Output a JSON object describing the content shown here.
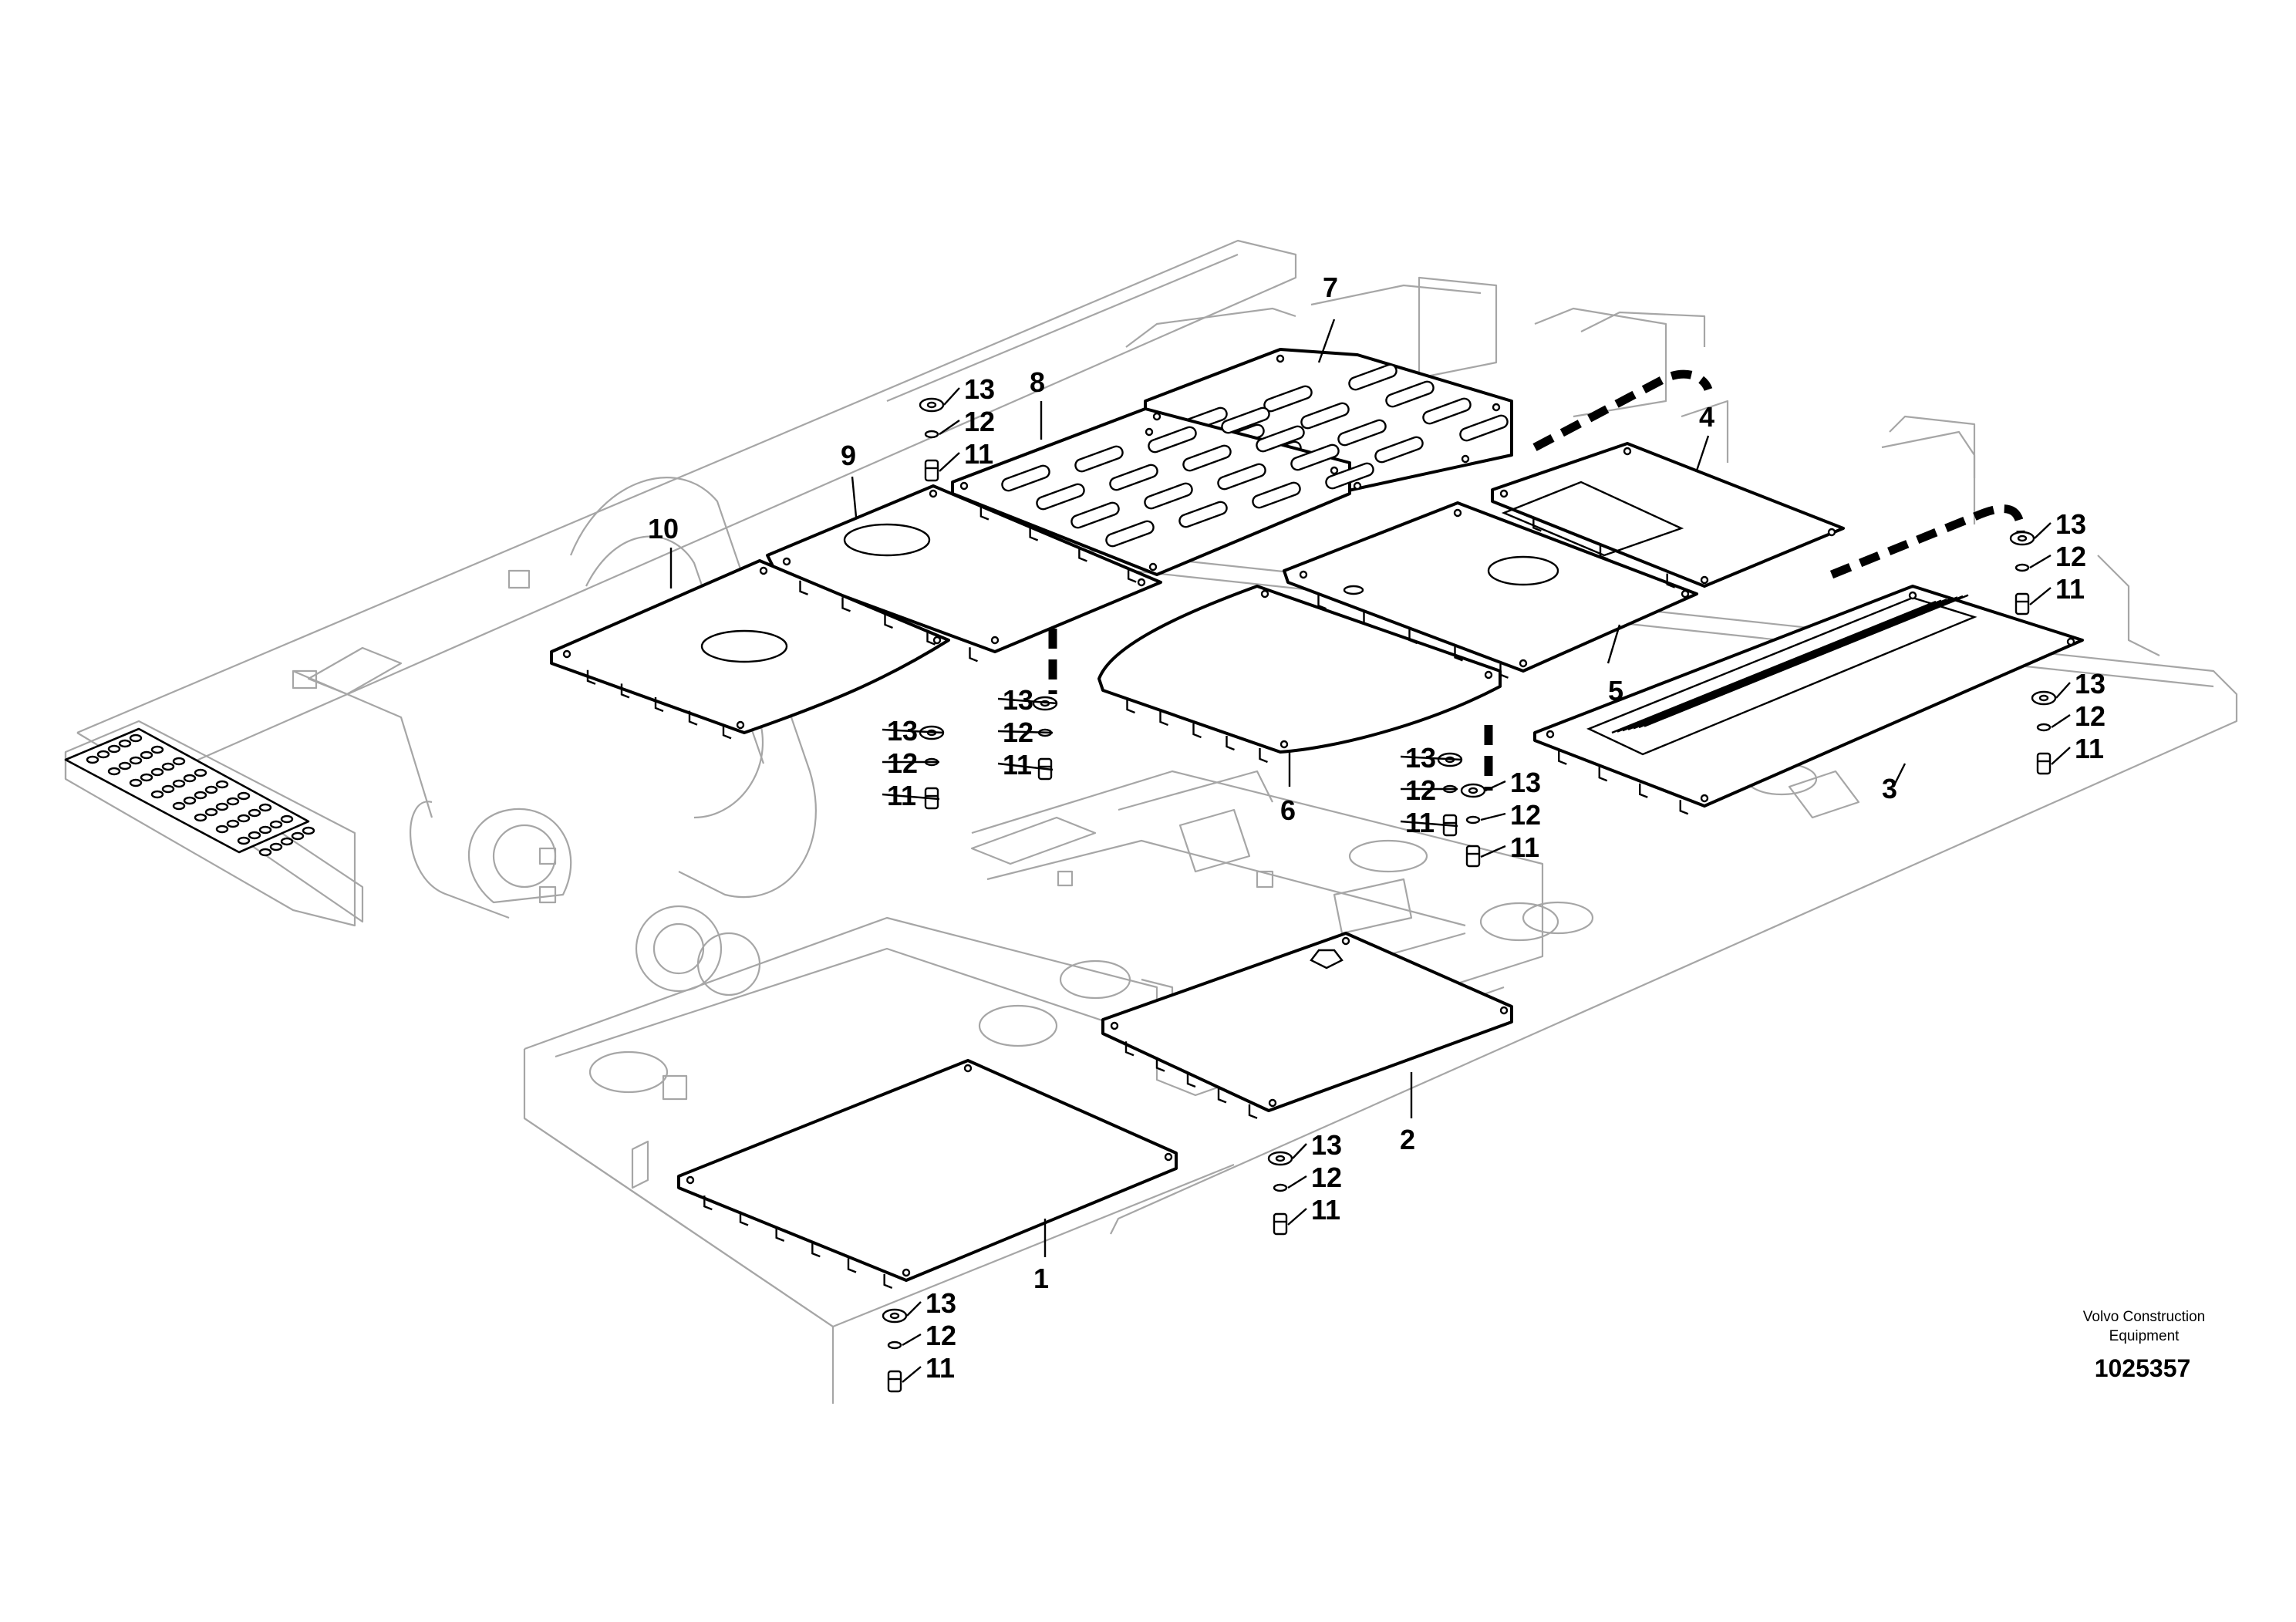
{
  "credit": {
    "line1": "Volvo Construction",
    "line2": "Equipment"
  },
  "document_number": "1025357",
  "callouts": {
    "c1": "1",
    "c2": "2",
    "c3": "3",
    "c4": "4",
    "c5": "5",
    "c6": "6",
    "c7": "7",
    "c8": "8",
    "c9": "9",
    "c10": "10",
    "c11": "11",
    "c12": "12",
    "c13": "13"
  }
}
